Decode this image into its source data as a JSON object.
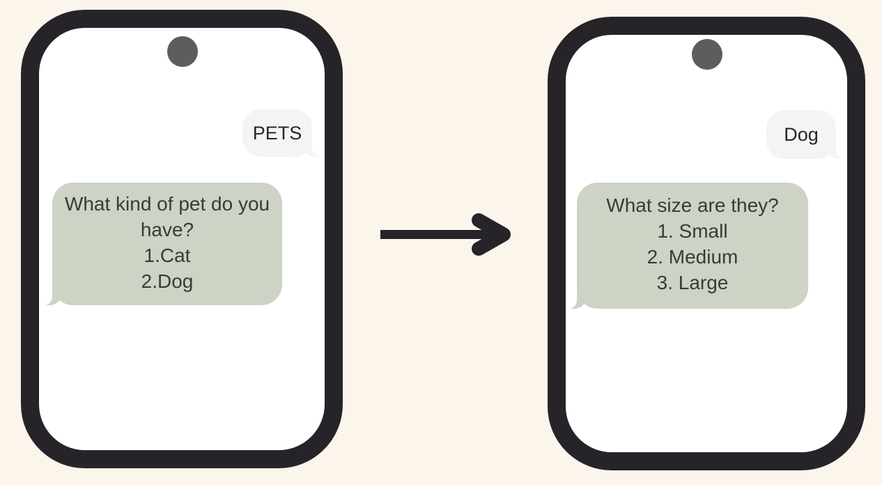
{
  "colors": {
    "bg": "#FBF5EC",
    "frame": "#262429",
    "camera": "#5D5D5D",
    "incoming": "#CDD3C5",
    "outgoing": "#F4F4F4",
    "arrow": "#262429",
    "text": "#3A3A3A",
    "text-user": "#262626",
    "screen": "#FFFFFF"
  },
  "phones": [
    {
      "label": "left-phone",
      "outgoing_message": "PETS",
      "incoming_lines": [
        "What kind of pet do you",
        "have?",
        "1.Cat",
        "2.Dog"
      ]
    },
    {
      "label": "right-phone",
      "outgoing_message": "Dog",
      "incoming_lines": [
        "What size are they?",
        "1. Small",
        "2. Medium",
        "3. Large"
      ]
    }
  ],
  "arrow": {
    "direction": "right"
  }
}
